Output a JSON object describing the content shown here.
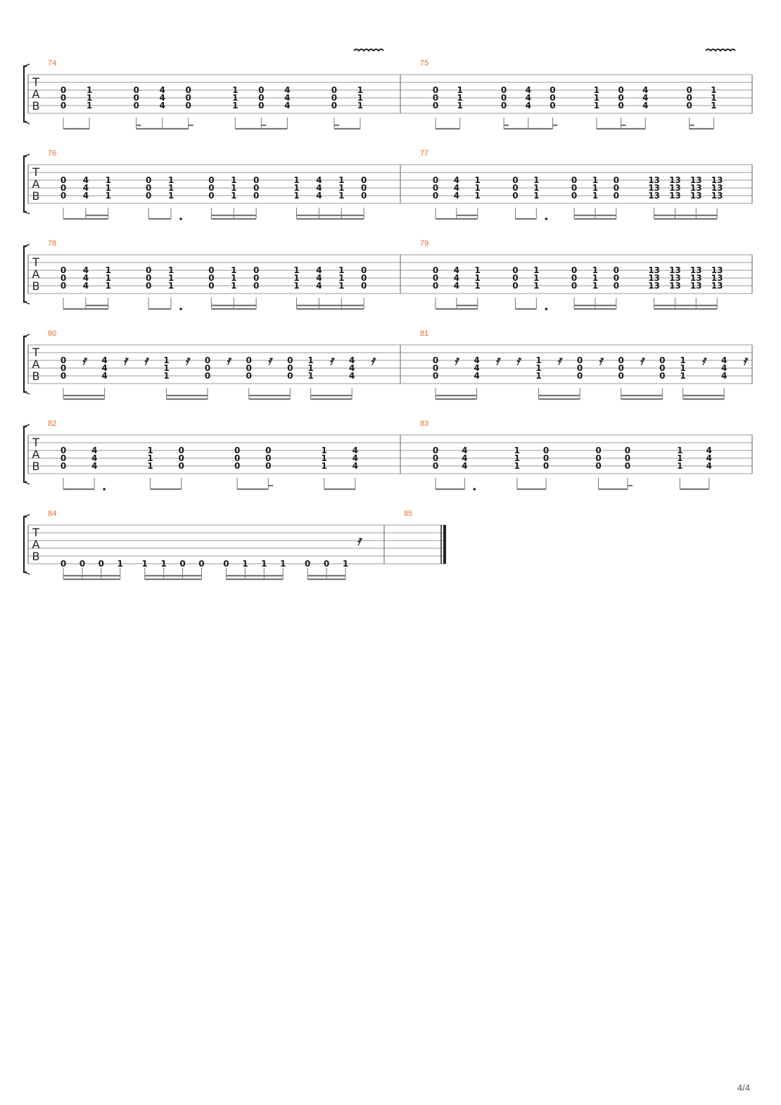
{
  "page": {
    "number": "4/4"
  },
  "tab_clef": [
    "T",
    "A",
    "B"
  ],
  "systems": [
    {
      "width": "full",
      "measures": [
        {
          "number": "74",
          "vibrato": true,
          "groups": [
            {
              "notes": [
                [
                  "0",
                  "0",
                  "0"
                ],
                [
                  "1",
                  "1",
                  "1"
                ]
              ]
            },
            {
              "notes": [
                [
                  "0",
                  "0",
                  "0"
                ],
                [
                  "4",
                  "4",
                  "4"
                ],
                [
                  "0",
                  "0",
                  "0"
                ]
              ],
              "flags": [
                0,
                2
              ]
            },
            {
              "notes": [
                [
                  "1",
                  "1",
                  "1"
                ],
                [
                  "0",
                  "0",
                  "0"
                ],
                [
                  "4",
                  "4",
                  "4"
                ]
              ],
              "flags": [
                1
              ]
            },
            {
              "notes": [
                [
                  "0",
                  "0",
                  "0"
                ],
                [
                  "1",
                  "1",
                  "1"
                ]
              ],
              "flags": [
                0
              ]
            }
          ]
        },
        {
          "number": "75",
          "vibrato": true,
          "groups": [
            {
              "notes": [
                [
                  "0",
                  "0",
                  "0"
                ],
                [
                  "1",
                  "1",
                  "1"
                ]
              ]
            },
            {
              "notes": [
                [
                  "0",
                  "0",
                  "0"
                ],
                [
                  "4",
                  "4",
                  "4"
                ],
                [
                  "0",
                  "0",
                  "0"
                ]
              ],
              "flags": [
                0,
                2
              ]
            },
            {
              "notes": [
                [
                  "1",
                  "1",
                  "1"
                ],
                [
                  "0",
                  "0",
                  "0"
                ],
                [
                  "4",
                  "4",
                  "4"
                ]
              ],
              "flags": [
                1
              ]
            },
            {
              "notes": [
                [
                  "0",
                  "0",
                  "0"
                ],
                [
                  "1",
                  "1",
                  "1"
                ]
              ],
              "flags": [
                0
              ]
            }
          ]
        }
      ]
    },
    {
      "width": "full",
      "measures": [
        {
          "number": "76",
          "groups": [
            {
              "notes": [
                [
                  "0",
                  "0",
                  "0"
                ],
                [
                  "4",
                  "4",
                  "4"
                ],
                [
                  "1",
                  "1",
                  "1"
                ]
              ],
              "beams": [
                1,
                2
              ]
            },
            {
              "notes": [
                [
                  "0",
                  "0",
                  "0"
                ],
                [
                  "1",
                  "1",
                  "1"
                ]
              ],
              "dot": true
            },
            {
              "notes": [
                [
                  "0",
                  "0",
                  "0"
                ],
                [
                  "1",
                  "1",
                  "1"
                ],
                [
                  "0",
                  "0",
                  "0"
                ]
              ],
              "beams": [
                2,
                2
              ]
            },
            {
              "notes": [
                [
                  "1",
                  "1",
                  "1"
                ],
                [
                  "4",
                  "4",
                  "4"
                ],
                [
                  "1",
                  "1",
                  "1"
                ],
                [
                  "0",
                  "0",
                  "0"
                ]
              ],
              "beams": [
                2,
                2,
                2
              ]
            }
          ]
        },
        {
          "number": "77",
          "groups": [
            {
              "notes": [
                [
                  "0",
                  "0",
                  "0"
                ],
                [
                  "4",
                  "4",
                  "4"
                ],
                [
                  "1",
                  "1",
                  "1"
                ]
              ],
              "beams": [
                1,
                2
              ]
            },
            {
              "notes": [
                [
                  "0",
                  "0",
                  "0"
                ],
                [
                  "1",
                  "1",
                  "1"
                ]
              ],
              "dot": true
            },
            {
              "notes": [
                [
                  "0",
                  "0",
                  "0"
                ],
                [
                  "1",
                  "1",
                  "1"
                ],
                [
                  "0",
                  "0",
                  "0"
                ]
              ],
              "beams": [
                2,
                2
              ]
            },
            {
              "notes": [
                [
                  "13",
                  "13",
                  "13"
                ],
                [
                  "13",
                  "13",
                  "13"
                ],
                [
                  "13",
                  "13",
                  "13"
                ],
                [
                  "13",
                  "13",
                  "13"
                ]
              ],
              "beams": [
                2,
                2,
                2
              ]
            }
          ]
        }
      ]
    },
    {
      "width": "full",
      "measures": [
        {
          "number": "78",
          "groups": [
            {
              "notes": [
                [
                  "0",
                  "0",
                  "0"
                ],
                [
                  "4",
                  "4",
                  "4"
                ],
                [
                  "1",
                  "1",
                  "1"
                ]
              ],
              "beams": [
                1,
                2
              ]
            },
            {
              "notes": [
                [
                  "0",
                  "0",
                  "0"
                ],
                [
                  "1",
                  "1",
                  "1"
                ]
              ],
              "dot": true
            },
            {
              "notes": [
                [
                  "0",
                  "0",
                  "0"
                ],
                [
                  "1",
                  "1",
                  "1"
                ],
                [
                  "0",
                  "0",
                  "0"
                ]
              ],
              "beams": [
                2,
                2
              ]
            },
            {
              "notes": [
                [
                  "1",
                  "1",
                  "1"
                ],
                [
                  "4",
                  "4",
                  "4"
                ],
                [
                  "1",
                  "1",
                  "1"
                ],
                [
                  "0",
                  "0",
                  "0"
                ]
              ],
              "beams": [
                2,
                2,
                2
              ]
            }
          ]
        },
        {
          "number": "79",
          "groups": [
            {
              "notes": [
                [
                  "0",
                  "0",
                  "0"
                ],
                [
                  "4",
                  "4",
                  "4"
                ],
                [
                  "1",
                  "1",
                  "1"
                ]
              ],
              "beams": [
                1,
                2
              ]
            },
            {
              "notes": [
                [
                  "0",
                  "0",
                  "0"
                ],
                [
                  "1",
                  "1",
                  "1"
                ]
              ],
              "dot": true
            },
            {
              "notes": [
                [
                  "0",
                  "0",
                  "0"
                ],
                [
                  "1",
                  "1",
                  "1"
                ],
                [
                  "0",
                  "0",
                  "0"
                ]
              ],
              "beams": [
                2,
                2
              ]
            },
            {
              "notes": [
                [
                  "13",
                  "13",
                  "13"
                ],
                [
                  "13",
                  "13",
                  "13"
                ],
                [
                  "13",
                  "13",
                  "13"
                ],
                [
                  "13",
                  "13",
                  "13"
                ]
              ],
              "beams": [
                2,
                2,
                2
              ]
            }
          ]
        }
      ]
    },
    {
      "width": "full",
      "style": "rests",
      "measures": [
        {
          "number": "80",
          "events": [
            {
              "n": [
                "0",
                "0",
                "0"
              ]
            },
            {
              "r": 1
            },
            {
              "n": [
                "4",
                "4",
                "4"
              ]
            },
            {
              "r": 1
            },
            {
              "r": 1
            },
            {
              "n": [
                "1",
                "1",
                "1"
              ]
            },
            {
              "r": 1
            },
            {
              "n": [
                "0",
                "0",
                "0"
              ]
            },
            {
              "r": 1
            },
            {
              "n": [
                "0",
                "0",
                "0"
              ]
            },
            {
              "r": 1
            },
            {
              "n": [
                "0",
                "0",
                "0"
              ]
            },
            {
              "n": [
                "1",
                "1",
                "1"
              ]
            },
            {
              "r": 1
            },
            {
              "n": [
                "4",
                "4",
                "4"
              ]
            },
            {
              "r": 1
            }
          ]
        },
        {
          "number": "81",
          "events": [
            {
              "n": [
                "0",
                "0",
                "0"
              ]
            },
            {
              "r": 1
            },
            {
              "n": [
                "4",
                "4",
                "4"
              ]
            },
            {
              "r": 1
            },
            {
              "r": 1
            },
            {
              "n": [
                "1",
                "1",
                "1"
              ]
            },
            {
              "r": 1
            },
            {
              "n": [
                "0",
                "0",
                "0"
              ]
            },
            {
              "r": 1
            },
            {
              "n": [
                "0",
                "0",
                "0"
              ]
            },
            {
              "r": 1
            },
            {
              "n": [
                "0",
                "0",
                "0"
              ]
            },
            {
              "n": [
                "1",
                "1",
                "1"
              ]
            },
            {
              "r": 1
            },
            {
              "n": [
                "4",
                "4",
                "4"
              ]
            },
            {
              "r": 1
            }
          ]
        }
      ]
    },
    {
      "width": "full",
      "measures": [
        {
          "number": "82",
          "groups": [
            {
              "notes": [
                [
                  "0",
                  "0",
                  "0"
                ],
                [
                  "4",
                  "4",
                  "4"
                ]
              ],
              "dot": true
            },
            {
              "notes": [
                [
                  "1",
                  "1",
                  "1"
                ],
                [
                  "0",
                  "0",
                  "0"
                ]
              ]
            },
            {
              "notes": [
                [
                  "0",
                  "0",
                  "0"
                ],
                [
                  "0",
                  "0",
                  "0"
                ]
              ],
              "flags": [
                1
              ]
            },
            {
              "notes": [
                [
                  "1",
                  "1",
                  "1"
                ],
                [
                  "4",
                  "4",
                  "4"
                ]
              ]
            }
          ]
        },
        {
          "number": "83",
          "groups": [
            {
              "notes": [
                [
                  "0",
                  "0",
                  "0"
                ],
                [
                  "4",
                  "4",
                  "4"
                ]
              ],
              "dot": true
            },
            {
              "notes": [
                [
                  "1",
                  "1",
                  "1"
                ],
                [
                  "0",
                  "0",
                  "0"
                ]
              ]
            },
            {
              "notes": [
                [
                  "0",
                  "0",
                  "0"
                ],
                [
                  "0",
                  "0",
                  "0"
                ]
              ],
              "flags": [
                1
              ]
            },
            {
              "notes": [
                [
                  "1",
                  "1",
                  "1"
                ],
                [
                  "4",
                  "4",
                  "4"
                ]
              ]
            }
          ]
        }
      ]
    },
    {
      "width": "partial",
      "measures": [
        {
          "number": "84",
          "single": true,
          "groups": [
            {
              "notes": [
                [
                  "0"
                ],
                [
                  "0"
                ],
                [
                  "0"
                ],
                [
                  "1"
                ]
              ],
              "beams": [
                2,
                2,
                2
              ]
            },
            {
              "notes": [
                [
                  "1"
                ],
                [
                  "1"
                ],
                [
                  "0"
                ],
                [
                  "0"
                ]
              ],
              "beams": [
                2,
                2,
                2
              ]
            },
            {
              "notes": [
                [
                  "0"
                ],
                [
                  "1"
                ],
                [
                  "1"
                ],
                [
                  "1"
                ]
              ],
              "beams": [
                2,
                2,
                2
              ]
            },
            {
              "notes": [
                [
                  "0"
                ],
                [
                  "0"
                ],
                [
                  "1"
                ]
              ],
              "beams": [
                2,
                2
              ]
            }
          ],
          "trailing_rest": true
        },
        {
          "number": "85",
          "empty": true,
          "final": true
        }
      ]
    }
  ]
}
